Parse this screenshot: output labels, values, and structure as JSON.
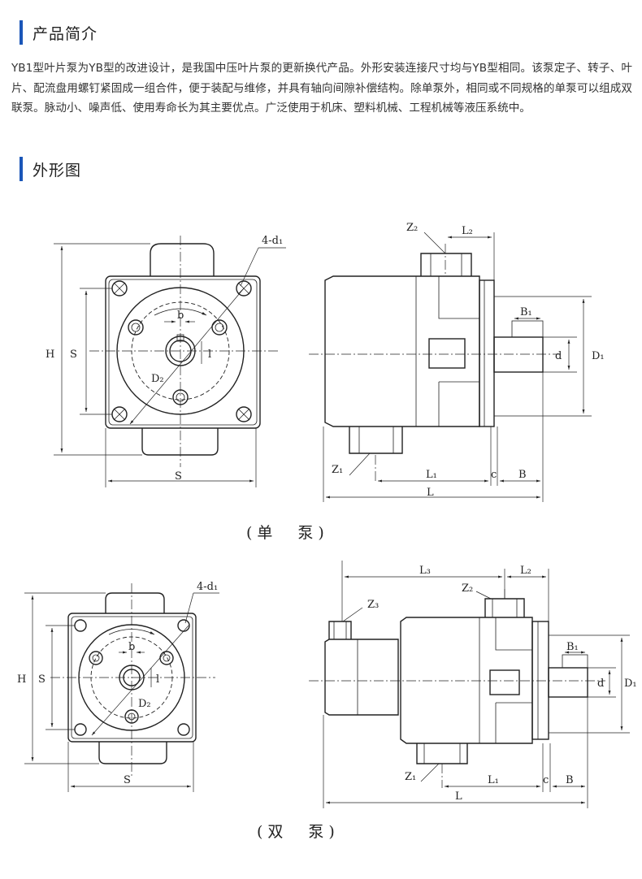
{
  "sections": {
    "intro_title": "产品简介",
    "shape_title": "外形图"
  },
  "intro_text": "YB1型叶片泵为YB型的改进设计，是我国中压叶片泵的更新换代产品。外形安装连接尺寸均与YB型相同。该泵定子、转子、叶片、配流盘用螺钉紧固成一组合件，便于装配与维修，并具有轴向间隙补偿结构。除单泵外，相同或不同规格的单泵可以组成双联泵。脉动小、噪声低、使用寿命长为其主要优点。广泛使用于机床、塑料机械、工程机械等液压系统中。",
  "accent_color": "#1a56b8",
  "diagrams": {
    "single": {
      "caption": "(单　泵)",
      "labels": {
        "H": "H",
        "S_vert": "S",
        "S_horiz": "S",
        "holes": "4-d₁",
        "b": "b",
        "l": "l",
        "D2": "D₂",
        "Z2": "Z₂",
        "L2": "L₂",
        "B1": "B₁",
        "d": "d",
        "D1": "D₁",
        "Z1": "Z₁",
        "L1": "L₁",
        "c": "c",
        "B": "B",
        "L": "L"
      }
    },
    "double": {
      "caption": "(双　泵)",
      "labels": {
        "H": "H",
        "S_vert": "S",
        "S_horiz": "S",
        "holes": "4-d₁",
        "b": "b",
        "l": "l",
        "D2": "D₂",
        "L3": "L₃",
        "L2": "L₂",
        "Z2": "Z₂",
        "Z3": "Z₃",
        "B1": "B₁",
        "d": "d",
        "D1": "D₁",
        "Z1": "Z₁",
        "L1": "L₁",
        "c": "c",
        "B": "B",
        "L": "L"
      }
    }
  }
}
